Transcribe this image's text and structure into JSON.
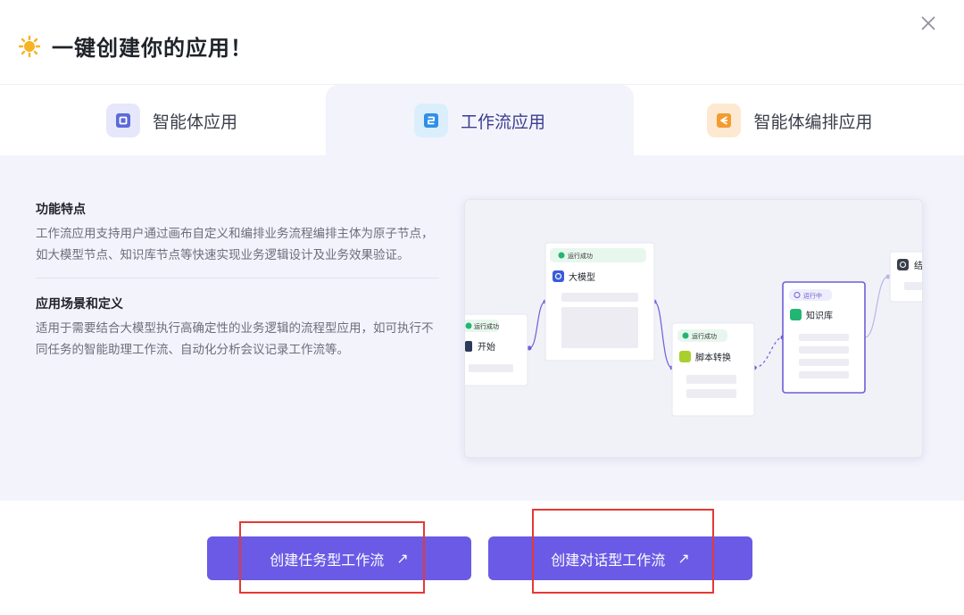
{
  "header": {
    "title": "一键创建你的应用！"
  },
  "tabs": [
    {
      "label": "智能体应用",
      "icon": "agent-app-icon",
      "color": "#5b6ad8",
      "bg": "#e6e7fa"
    },
    {
      "label": "工作流应用",
      "icon": "workflow-app-icon",
      "color": "#2f8fe6",
      "bg": "#dbeefc",
      "active": true
    },
    {
      "label": "智能体编排应用",
      "icon": "orchestration-app-icon",
      "color": "#f39b2f",
      "bg": "#fde9d2"
    }
  ],
  "features": {
    "title": "功能特点",
    "text": "工作流应用支持用户通过画布自定义和编排业务流程编排主体为原子节点，如大模型节点、知识库节点等快速实现业务逻辑设计及业务效果验证。"
  },
  "scenarios": {
    "title": "应用场景和定义",
    "text": "适用于需要结合大模型执行高确定性的业务逻辑的流程型应用，如可执行不同任务的智能助理工作流、自动化分析会议记录工作流等。"
  },
  "preview": {
    "nodes": [
      {
        "status": "运行成功",
        "label": "开始",
        "icon": "start-icon"
      },
      {
        "status": "运行成功",
        "label": "大模型",
        "icon": "llm-icon"
      },
      {
        "status": "运行成功",
        "label": "脚本转换",
        "icon": "script-icon"
      },
      {
        "status": "运行中",
        "label": "知识库",
        "icon": "knowledge-icon"
      },
      {
        "label": "结",
        "icon": "end-icon"
      }
    ]
  },
  "buttons": {
    "task_workflow": "创建任务型工作流",
    "chat_workflow": "创建对话型工作流",
    "arrow": "↗"
  },
  "colors": {
    "accent": "#6a5ae6",
    "highlight": "#e53935",
    "success": "#22b573",
    "running": "#6b5fd6"
  }
}
